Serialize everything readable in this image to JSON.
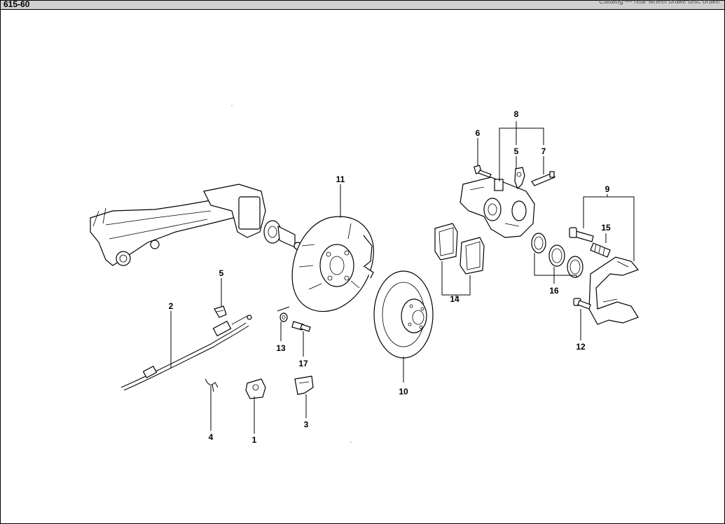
{
  "header": {
    "sheet_code": "615-60",
    "subtitle": "Catalog — rear wheel brake disc brake"
  },
  "callouts": {
    "c1": "1",
    "c2": "2",
    "c3": "3",
    "c4": "4",
    "c5a": "5",
    "c5b": "5",
    "c6": "6",
    "c7": "7",
    "c8": "8",
    "c9": "9",
    "c10": "10",
    "c11": "11",
    "c12": "12",
    "c13": "13",
    "c14": "14",
    "c15": "15",
    "c16": "16",
    "c17": "17"
  }
}
